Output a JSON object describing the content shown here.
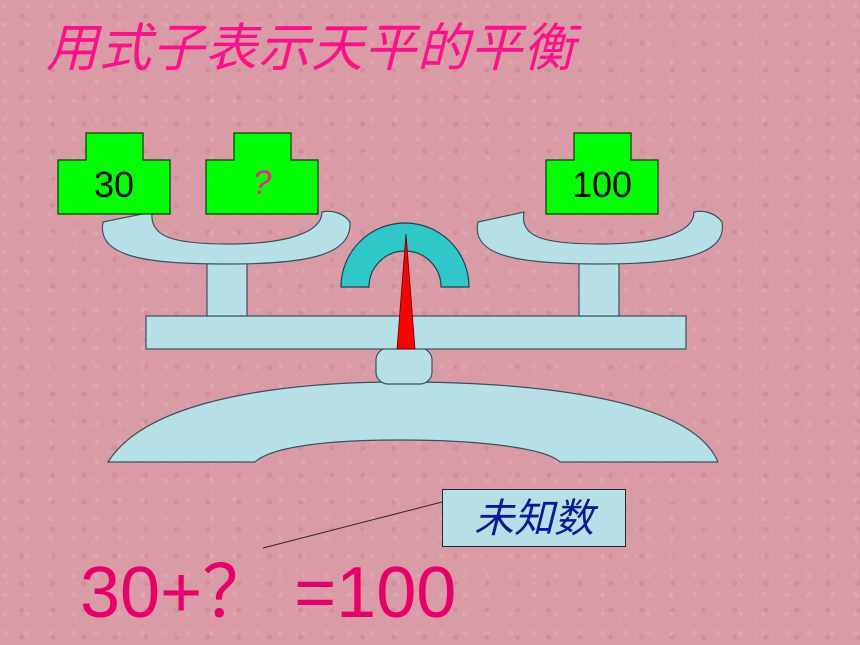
{
  "title": "用式子表示天平的平衡",
  "left_pan": {
    "weight_1": "30",
    "weight_2": "?"
  },
  "right_pan": {
    "weight_1": "100"
  },
  "callout_label": "未知数",
  "equation": "30+？ =100",
  "colors": {
    "background": "#d99ba5",
    "title": "#ff0f8a",
    "weight_fill": "#00ff00",
    "scale_fill": "#b7e0e6",
    "dial_fill": "#2ec8c8",
    "pointer": "#ff0000",
    "equation": "#e8006a",
    "callout_text": "#0a1a9a"
  }
}
